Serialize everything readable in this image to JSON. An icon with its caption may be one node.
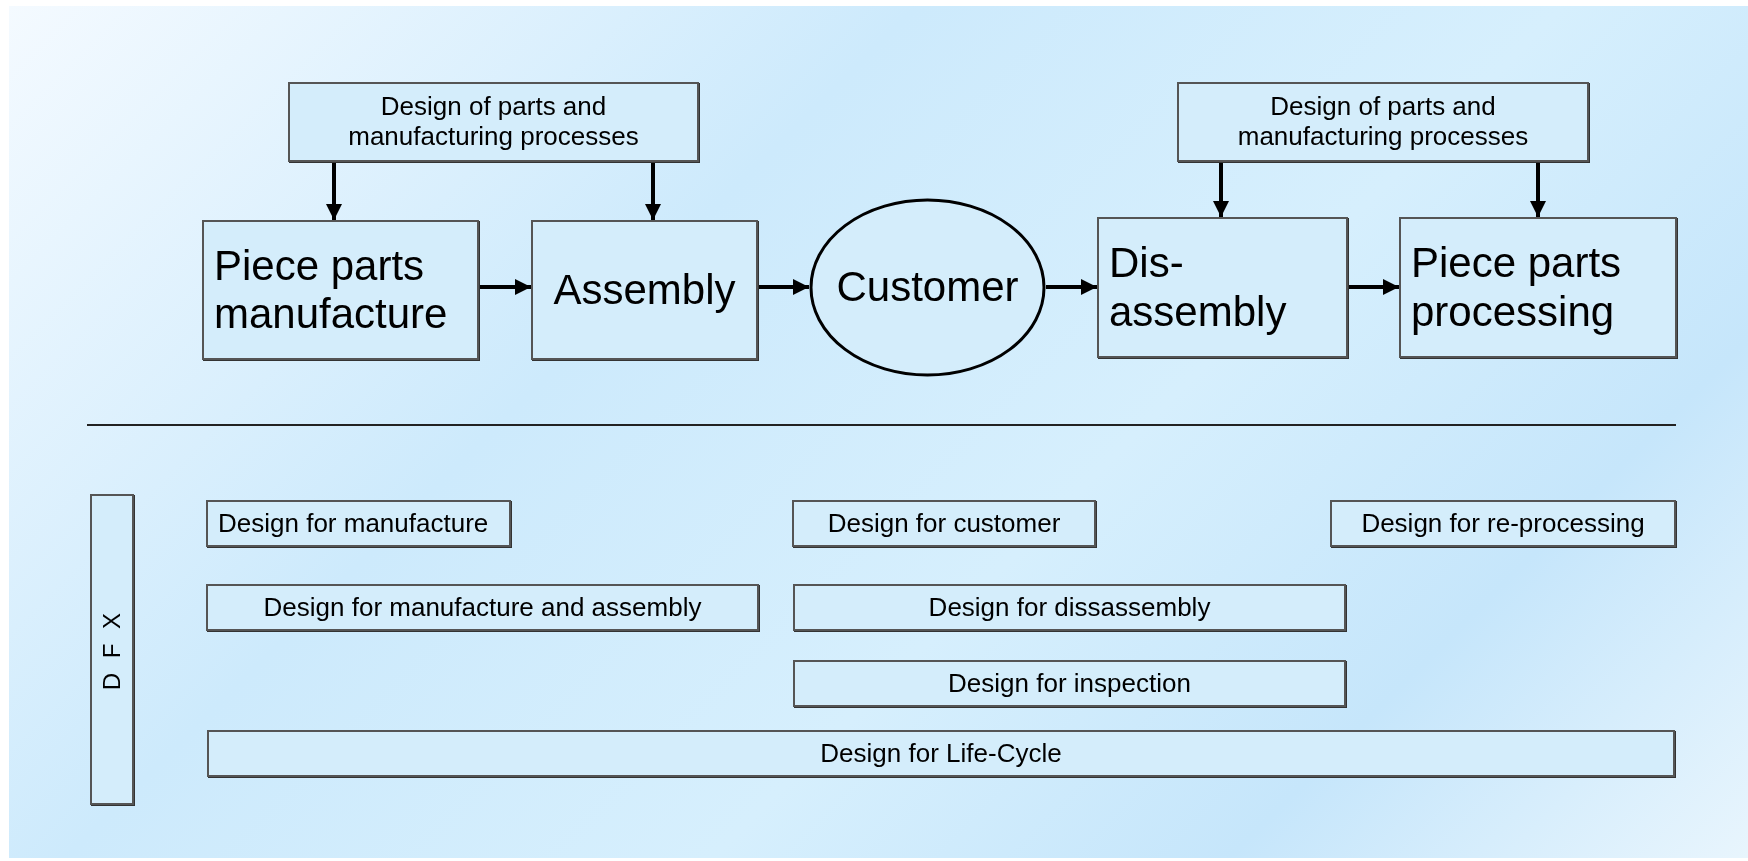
{
  "diagram": {
    "nodes": [
      {
        "text": [
          "Design of parts and manufacturing processes"
        ]
      },
      {
        "text": [
          "Design of parts and manufacturing processes"
        ]
      },
      {
        "text": [
          "Piece parts manufacture"
        ]
      },
      {
        "text": [
          "Assembly"
        ]
      },
      {
        "text": [
          "Customer"
        ]
      },
      {
        "text": [
          "Dis- assembly"
        ]
      },
      {
        "text": [
          "Piece parts processing"
        ]
      },
      {
        "text": [
          "D F X"
        ]
      },
      {
        "text": [
          "Design for manufacture"
        ]
      },
      {
        "text": [
          "Design for customer"
        ]
      },
      {
        "text": [
          "Design for re-processing"
        ]
      },
      {
        "text": [
          "Design for manufacture and assembly"
        ]
      },
      {
        "text": [
          "Design for dissassembly"
        ]
      },
      {
        "text": [
          "Design for inspection"
        ]
      },
      {
        "text": [
          "Design for Life-Cycle"
        ]
      }
    ],
    "edges": [
      {
        "from": 0,
        "to": 2,
        "arrow": "to"
      },
      {
        "from": 0,
        "to": 3,
        "arrow": "to"
      },
      {
        "from": 1,
        "to": 5,
        "arrow": "to"
      },
      {
        "from": 1,
        "to": 6,
        "arrow": "to"
      },
      {
        "from": 2,
        "to": 3,
        "arrow": "to"
      },
      {
        "from": 3,
        "to": 4,
        "arrow": "to"
      },
      {
        "from": 4,
        "to": 5,
        "arrow": "to"
      },
      {
        "from": 5,
        "to": 6,
        "arrow": "to"
      }
    ]
  }
}
